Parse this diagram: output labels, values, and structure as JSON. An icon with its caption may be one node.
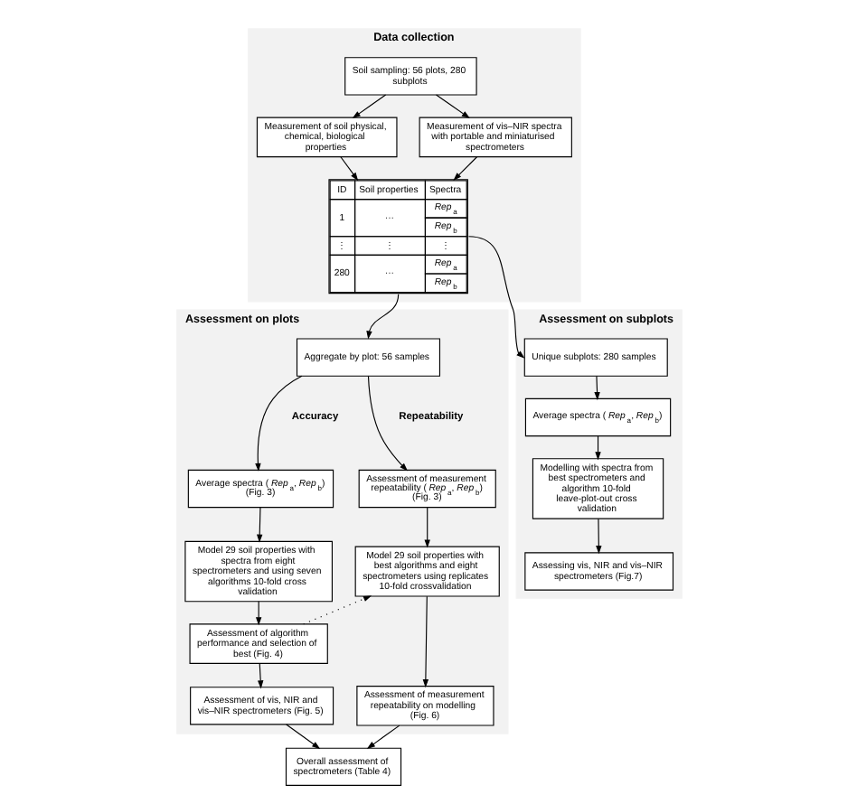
{
  "diagram": {
    "nodes": [
      {
        "text": [
          "Data collection"
        ]
      },
      {
        "text": [
          "Soil sampling: 56 plots, 280 subplots"
        ],
        "in": 0
      },
      {
        "text": [
          "Measurement of soil physical, chemical, biological properties"
        ],
        "in": 0
      },
      {
        "text": [
          "Measurement of vis–NIR spectra with portable and miniaturised spectrometers"
        ],
        "in": 0
      },
      {
        "text": [
          "ID",
          "Soil properties",
          "Spectra",
          "1",
          "···",
          "*Rep*$_{a}$",
          "*Rep*$_{b}$",
          "⋮",
          "⋮",
          "⋮",
          "280",
          "···",
          "*Rep*$_{a}$",
          "*Rep*$_{b}$"
        ],
        "in": 0
      },
      {
        "text": [
          "Assessment on plots"
        ]
      },
      {
        "text": [
          "Aggregate by plot: 56 samples"
        ],
        "in": 5
      },
      {
        "text": [
          "Average spectra (*Rep*$_{a}$, *Rep*$_{b}$) (Fig. 3)"
        ],
        "in": 5
      },
      {
        "text": [
          "Model 29 soil properties with spectra from eight spectrometers and using seven algorithms 10-fold cross validation"
        ],
        "in": 5
      },
      {
        "text": [
          "Assessment of algorithm performance and selection of best (Fig. 4)"
        ],
        "in": 5
      },
      {
        "text": [
          "Assessment of vis, NIR and vis–NIR spectrometers (Fig. 5)"
        ],
        "in": 5
      },
      {
        "text": [
          "Assessment of measurement repeatability (*Rep*$_{a}$, *Rep*$_{b}$) (Fig. 3)"
        ],
        "in": 5
      },
      {
        "text": [
          "Model 29 soil properties with best algorithms and eight spectrometers using replicates 10-fold crossvalidation"
        ],
        "in": 5
      },
      {
        "text": [
          "Assessment of measurement repeatability on modelling (Fig. 6)"
        ],
        "in": 5
      },
      {
        "text": [
          "Assessment on subplots"
        ]
      },
      {
        "text": [
          "Unique subplots: 280 samples"
        ],
        "in": 14
      },
      {
        "text": [
          "Average spectra (*Rep*$_{a}$, *Rep*$_{b}$)"
        ],
        "in": 14
      },
      {
        "text": [
          "Modelling with spectra from best spectrometers and algorithm 10-fold leave-plot-out cross validation"
        ],
        "in": 14
      },
      {
        "text": [
          "Assessing vis, NIR and vis–NIR spectrometers (Fig.7)"
        ],
        "in": 14
      },
      {
        "text": [
          "Overall assessment of spectrometers (Table 4)"
        ]
      }
    ],
    "edges": [
      {
        "from": 1,
        "to": 2,
        "arrow": "to"
      },
      {
        "from": 1,
        "to": 3,
        "arrow": "to"
      },
      {
        "from": 2,
        "to": 4,
        "arrow": "to"
      },
      {
        "from": 3,
        "to": 4,
        "arrow": "to"
      },
      {
        "from": 4,
        "to": 6,
        "arrow": "to"
      },
      {
        "from": 4,
        "to": 15,
        "arrow": "to"
      },
      {
        "from": 6,
        "to": 7,
        "arrow": "to"
      },
      {
        "from": 6,
        "to": 11,
        "arrow": "to"
      },
      {
        "from": 7,
        "to": 8,
        "arrow": "to"
      },
      {
        "from": 8,
        "to": 9,
        "arrow": "to"
      },
      {
        "from": 9,
        "to": 10,
        "arrow": "to"
      },
      {
        "from": 9,
        "to": 12,
        "arrow": "to",
        "style": "dashed"
      },
      {
        "from": 10,
        "to": 19,
        "arrow": "to"
      },
      {
        "from": 11,
        "to": 12,
        "arrow": "to"
      },
      {
        "from": 12,
        "to": 13,
        "arrow": "to"
      },
      {
        "from": 13,
        "to": 19,
        "arrow": "to"
      },
      {
        "from": 15,
        "to": 16,
        "arrow": "to"
      },
      {
        "from": 16,
        "to": 17,
        "arrow": "to"
      },
      {
        "from": 17,
        "to": 18,
        "arrow": "to"
      }
    ],
    "labels": [
      "Accuracy",
      "Repeatability"
    ]
  }
}
